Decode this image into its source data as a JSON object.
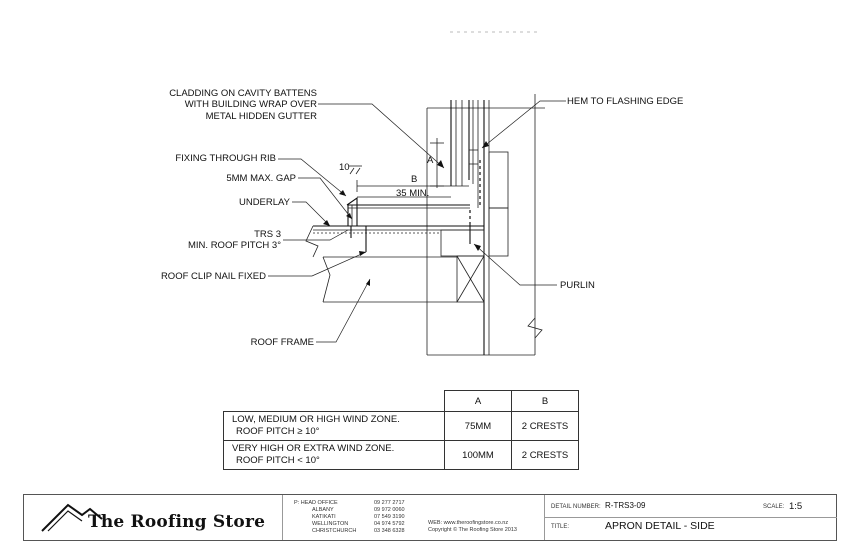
{
  "drawing": {
    "labels": {
      "cladding_1": "CLADDING ON CAVITY BATTENS",
      "cladding_2": "WITH BUILDING WRAP OVER",
      "cladding_3": "METAL HIDDEN GUTTER",
      "hem": "HEM TO FLASHING EDGE",
      "fixing": "FIXING THROUGH RIB",
      "gap": "5MM MAX. GAP",
      "underlay": "UNDERLAY",
      "trs": "TRS 3",
      "pitch": "MIN. ROOF PITCH 3°",
      "clip": "ROOF CLIP NAIL FIXED",
      "purlin": "PURLIN",
      "frame": "ROOF FRAME"
    },
    "dims": {
      "a": "A",
      "b": "B",
      "ten": "10",
      "min35": "35 MIN."
    }
  },
  "wind_table": {
    "headers": [
      "A",
      "B"
    ],
    "rows": [
      {
        "zone_1": "LOW, MEDIUM OR HIGH WIND ZONE.",
        "zone_2": "ROOF PITCH ≥ 10°",
        "a": "75MM",
        "b": "2 CRESTS"
      },
      {
        "zone_1": "VERY HIGH OR EXTRA WIND ZONE.",
        "zone_2": "ROOF PITCH < 10°",
        "a": "100MM",
        "b": "2 CRESTS"
      }
    ]
  },
  "title_block": {
    "company": "The Roofing Store",
    "contacts": [
      {
        "label": "P: HEAD OFFICE",
        "number": "09 277 2717"
      },
      {
        "label": "ALBANY",
        "number": "09 972 0060"
      },
      {
        "label": "KATIKATI",
        "number": "07 549 3190"
      },
      {
        "label": "WELLINGTON",
        "number": "04 974 5792"
      },
      {
        "label": "CHRISTCHURCH",
        "number": "03 348 6328"
      }
    ],
    "web": "WEB: www.theroofingstore.co.nz",
    "copyright": "Copyright © The Roofing Store 2013",
    "detail_label": "DETAIL NUMBER:",
    "detail_number": "R-TRS3-09",
    "scale_label": "SCALE:",
    "scale": "1:5",
    "title_label": "TITLE:",
    "title": "APRON DETAIL - SIDE"
  }
}
